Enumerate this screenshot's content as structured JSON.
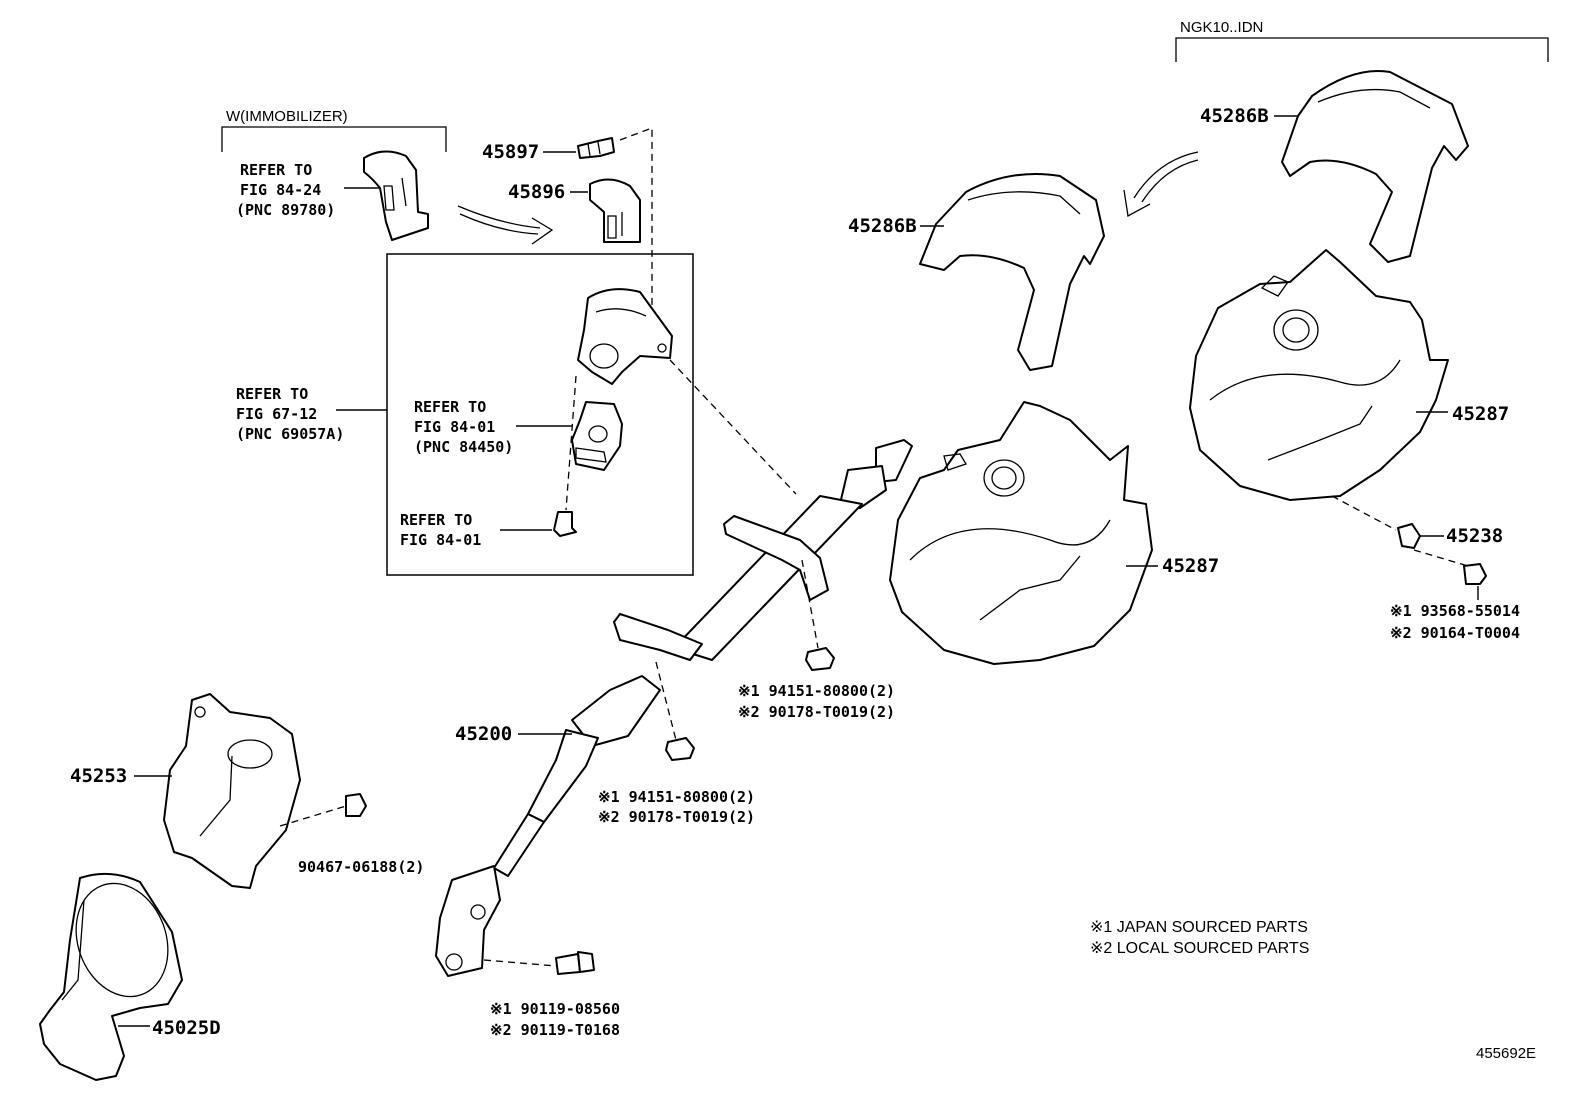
{
  "groups": {
    "immobilizer": "W(IMMOBILIZER)",
    "variant": "NGK10..IDN"
  },
  "parts": {
    "p45897": "45897",
    "p45896": "45896",
    "p45286b_left": "45286B",
    "p45286b_right": "45286B",
    "p45287_left": "45287",
    "p45287_right": "45287",
    "p45238": "45238",
    "p45200": "45200",
    "p45253": "45253",
    "p45025d": "45025D"
  },
  "refs": {
    "r1": [
      "REFER TO",
      "FIG 84-24",
      "(PNC 89780)"
    ],
    "r2": [
      "REFER TO",
      "FIG 67-12",
      "(PNC 69057A)"
    ],
    "r3": [
      "REFER TO",
      "FIG 84-01",
      "(PNC 84450)"
    ],
    "r4": [
      "REFER TO",
      "FIG 84-01"
    ]
  },
  "fasteners": {
    "f1": [
      "※1 94151-80800(2)",
      "※2 90178-T0019(2)"
    ],
    "f2": [
      "※1 94151-80800(2)",
      "※2 90178-T0019(2)"
    ],
    "f3": [
      "※1 93568-55014",
      "※2 90164-T0004"
    ],
    "f4": [
      "※1 90119-08560",
      "※2 90119-T0168"
    ],
    "f5": "90467-06188(2)"
  },
  "legend": [
    "※1 JAPAN SOURCED PARTS",
    "※2 LOCAL SOURCED PARTS"
  ],
  "diagram_id": "455692E"
}
